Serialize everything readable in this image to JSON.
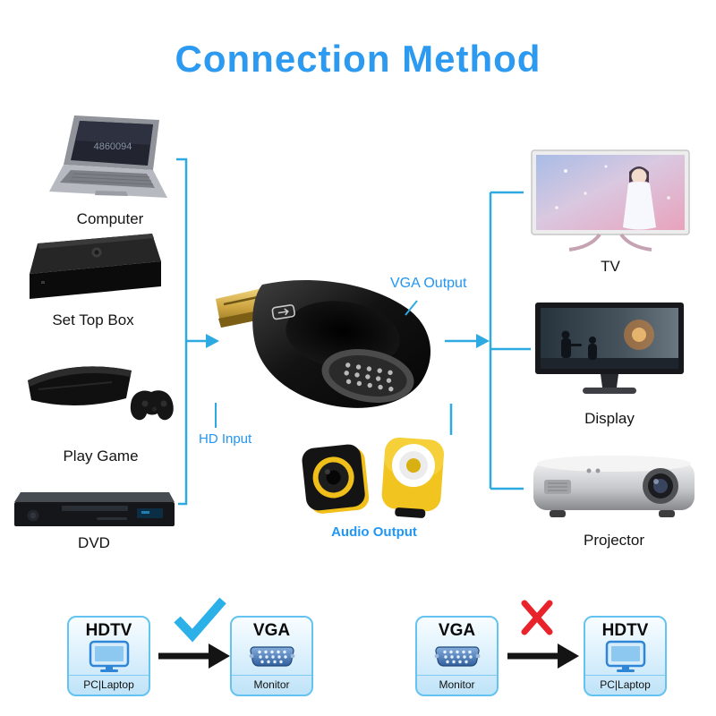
{
  "title": "Connection Method",
  "left_devices": [
    {
      "name": "computer",
      "label": "Computer"
    },
    {
      "name": "set-top-box",
      "label": "Set Top Box"
    },
    {
      "name": "play-game",
      "label": "Play Game"
    },
    {
      "name": "dvd",
      "label": "DVD"
    }
  ],
  "right_devices": [
    {
      "name": "tv",
      "label": "TV"
    },
    {
      "name": "display",
      "label": "Display"
    },
    {
      "name": "projector",
      "label": "Projector"
    }
  ],
  "adapter_labels": {
    "hd_input": "HD Input",
    "vga_output": "VGA Output",
    "audio_output": "Audio Output"
  },
  "laptop_screen_text": "4860094",
  "comparison": {
    "correct": {
      "source_title": "HDTV",
      "source_subtitle": "PC|Laptop",
      "target_title": "VGA",
      "target_subtitle": "Monitor"
    },
    "wrong": {
      "source_title": "VGA",
      "source_subtitle": "Monitor",
      "target_title": "HDTV",
      "target_subtitle": "PC|Laptop"
    }
  },
  "colors": {
    "title_blue": "#2b9af0",
    "connector_blue": "#2eaae2",
    "check_blue": "#2bb0e8",
    "cross_red": "#e8232b",
    "speaker_yellow": "#f2c420",
    "hdmi_gold": "#cda440"
  }
}
